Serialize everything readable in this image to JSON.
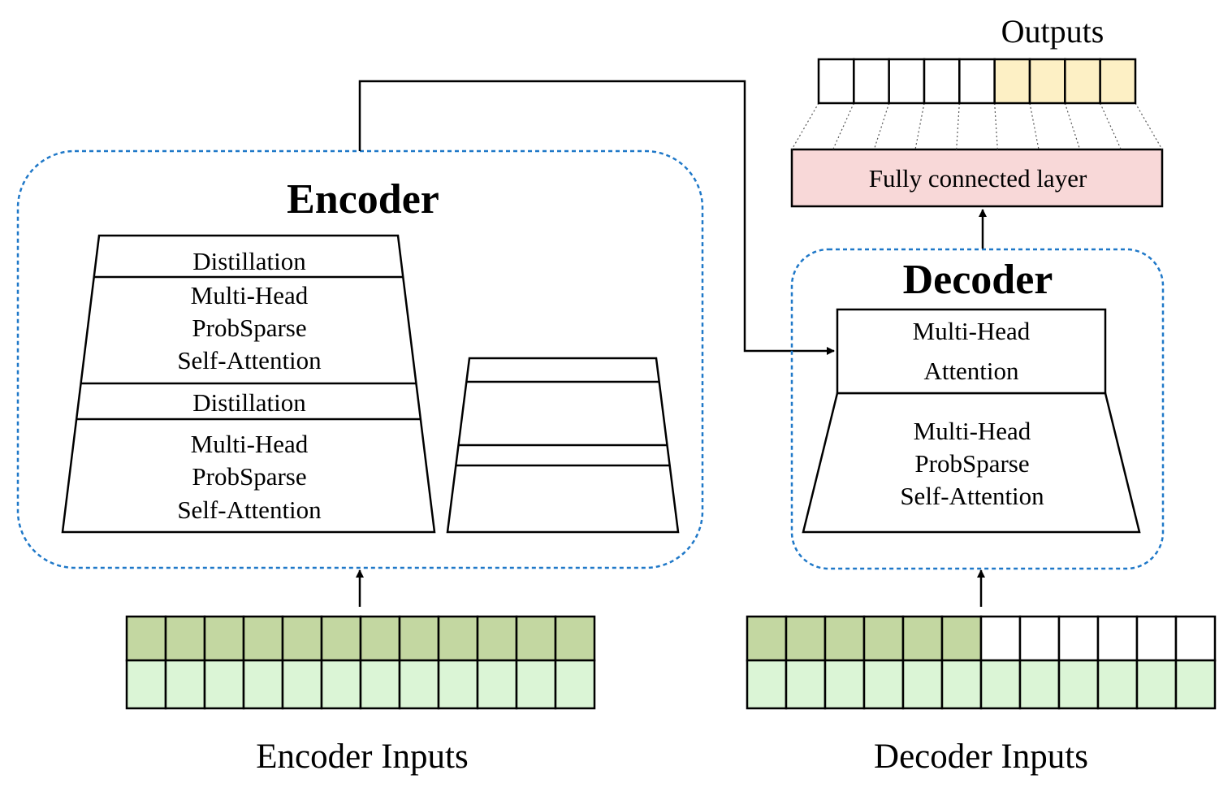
{
  "encoder": {
    "title": "Encoder",
    "stack_main": [
      "Distillation",
      "Multi-Head",
      "ProbSparse",
      "Self-Attention",
      "Distillation",
      "Multi-Head",
      "ProbSparse",
      "Self-Attention"
    ],
    "inputs_label": "Encoder Inputs",
    "input_cells": 12
  },
  "decoder": {
    "title": "Decoder",
    "cross_attention": [
      "Multi-Head",
      "Attention"
    ],
    "self_attention": [
      "Multi-Head",
      "ProbSparse",
      "Self-Attention"
    ],
    "inputs_label": "Decoder Inputs",
    "input_cells": 12,
    "input_top_filled": 6
  },
  "output": {
    "fc_label": "Fully connected layer",
    "label": "Outputs",
    "cells": 9,
    "highlighted_from": 5
  },
  "colors": {
    "container_border": "#1f78c8",
    "input_dark": "#c3d7a1",
    "input_light": "#dbf5d6",
    "output_highlight": "#fdf0c5",
    "fc_fill": "#f8d8d8"
  }
}
